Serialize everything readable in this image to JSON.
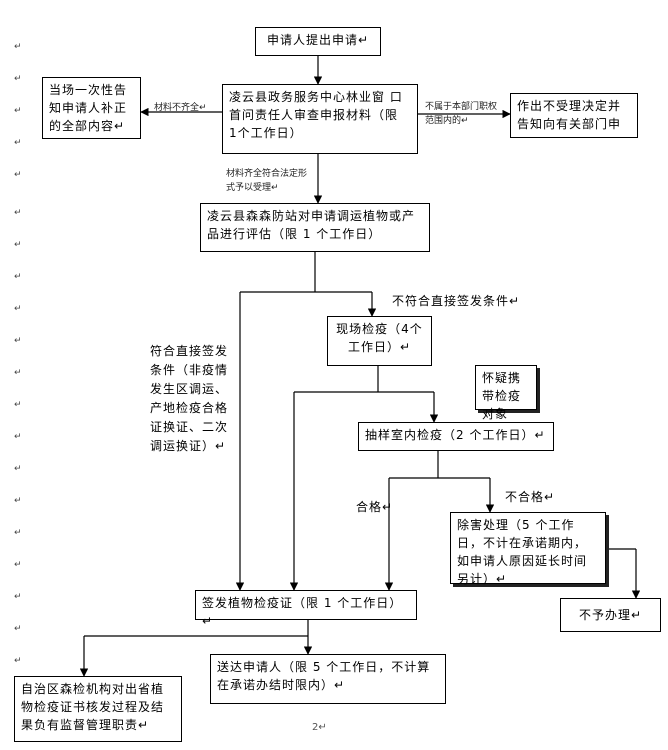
{
  "nodes": {
    "applicant_submit": "申请人提出申请↵",
    "center_review": "凌云县政务服务中心林业窗 口首问责任人审查申报材料（限 1个工作日）",
    "inform_supplement": "当场一次性告知申请人补正的全部内容↵",
    "not_accept": "作出不受理决定并告知向有关部门申",
    "station_assess": "凌云县森森防站对申请调运植物或产品进行评估（限 1 个工作日）",
    "onsite_inspection": "现场检疫（4个工作日）↵",
    "suspect_object": "怀疑携带检疫对象",
    "lab_sampling": "抽样室内检疫（2 个工作日）↵",
    "pest_treatment": "除害处理（5 个工作日，不计在承诺期内，如申请人原因延长时间另计）↵",
    "no_process": "不予办理↵",
    "issue_certificate": "签发植物检疫证（限 1 个工作日）↵",
    "deliver_applicant": "送达申请人（限 5 个工作日，不计算在承诺办结时限内）↵",
    "regional_supervision": "自治区森检机构对出省植物检疫证书核发过程及结果负有监督管理职责↵"
  },
  "labels": {
    "materials_incomplete": "材料不齐全↵",
    "not_in_scope": "不属于本部门职权范围内的↵",
    "materials_complete": "材料齐全符合法定形式予以受理↵",
    "not_direct_sign": "不符合直接签发条件↵",
    "direct_sign_conditions": "符合直接签发条件（非疫情发生区调运、产地检疫合格证换证、二次调运换证）↵",
    "qualified": "合格↵",
    "unqualified": "不合格↵"
  },
  "paragraph_mark": "↵",
  "page_number": "2↵"
}
